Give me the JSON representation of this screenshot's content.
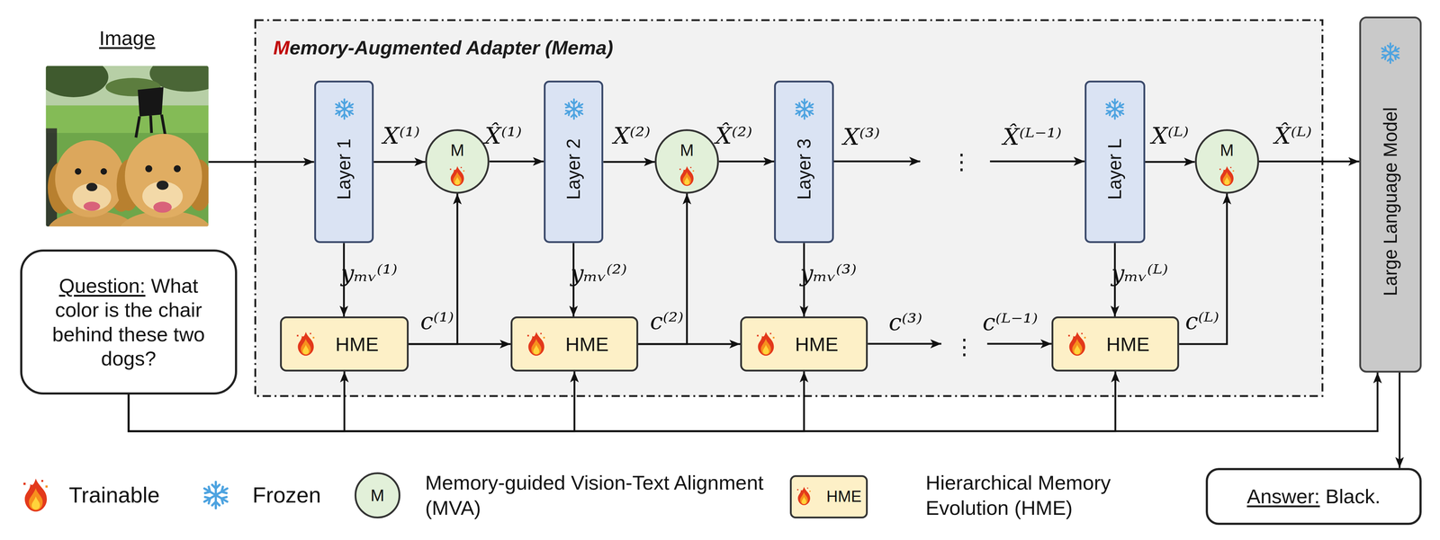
{
  "diagram": {
    "nodes": [
      {
        "text": [
          "Image"
        ]
      },
      {
        "text": [
          "Memory-Augmented Adapter (Mema)"
        ]
      },
      {
        "text": [
          "Layer 1"
        ],
        "in": 1
      },
      {
        "text": [
          "M"
        ],
        "in": 1
      },
      {
        "text": [
          "Layer 2"
        ],
        "in": 1
      },
      {
        "text": [
          "M"
        ],
        "in": 1
      },
      {
        "text": [
          "Layer 3"
        ],
        "in": 1
      },
      {
        "text": [
          "Layer L"
        ],
        "in": 1
      },
      {
        "text": [
          "M"
        ],
        "in": 1
      },
      {
        "text": [
          "HME"
        ],
        "in": 1
      },
      {
        "text": [
          "HME"
        ],
        "in": 1
      },
      {
        "text": [
          "HME"
        ],
        "in": 1
      },
      {
        "text": [
          "HME"
        ],
        "in": 1
      },
      {
        "text": [
          "Question:",
          "What color is the chair behind these two dogs?"
        ]
      },
      {
        "text": [
          "Large Language Model"
        ]
      },
      {
        "text": [
          "Answer:",
          "Black."
        ]
      }
    ],
    "edges": [
      {
        "from": 0,
        "to": 2,
        "arrow": "to"
      },
      {
        "from": 2,
        "to": 3,
        "label": "X⁽¹⁾",
        "arrow": "to"
      },
      {
        "from": 3,
        "to": 4,
        "label": "X̂⁽¹⁾",
        "arrow": "to"
      },
      {
        "from": 4,
        "to": 5,
        "label": "X⁽²⁾",
        "arrow": "to"
      },
      {
        "from": 5,
        "to": 6,
        "label": "X̂⁽²⁾",
        "arrow": "to"
      },
      {
        "from": 7,
        "to": 8,
        "label": "X⁽ᴸ⁾",
        "arrow": "to"
      },
      {
        "from": 8,
        "to": 14,
        "label": "X̂⁽ᴸ⁾",
        "arrow": "to"
      },
      {
        "from": 2,
        "to": 9,
        "label": "yₘᵥ⁽¹⁾",
        "arrow": "to"
      },
      {
        "from": 4,
        "to": 10,
        "label": "yₘᵥ⁽²⁾",
        "arrow": "to"
      },
      {
        "from": 6,
        "to": 11,
        "label": "yₘᵥ⁽³⁾",
        "arrow": "to"
      },
      {
        "from": 7,
        "to": 12,
        "label": "yₘᵥ⁽ᴸ⁾",
        "arrow": "to"
      },
      {
        "from": 9,
        "to": 3,
        "arrow": "to"
      },
      {
        "from": 9,
        "to": 10,
        "label": "c⁽¹⁾",
        "arrow": "to"
      },
      {
        "from": 10,
        "to": 5,
        "arrow": "to"
      },
      {
        "from": 10,
        "to": 11,
        "label": "c⁽²⁾",
        "arrow": "to"
      },
      {
        "from": 12,
        "to": 8,
        "label": "c⁽ᴸ⁾",
        "arrow": "to"
      },
      {
        "from": 13,
        "to": 9,
        "arrow": "to"
      },
      {
        "from": 13,
        "to": 10,
        "arrow": "to"
      },
      {
        "from": 13,
        "to": 11,
        "arrow": "to"
      },
      {
        "from": 13,
        "to": 12,
        "arrow": "to"
      },
      {
        "from": 13,
        "to": 14,
        "arrow": "to"
      },
      {
        "from": 14,
        "to": 15,
        "arrow": "to"
      }
    ],
    "labels": [
      "⋮",
      "⋮",
      "X⁽³⁾",
      "X̂⁽ᴸ⁻¹⁾",
      "c⁽³⁾",
      "c⁽ᴸ⁻¹⁾",
      "M",
      "HME"
    ],
    "legend": [
      {
        "text": "Trainable"
      },
      {
        "text": "Frozen"
      },
      {
        "text": "Memory-guided Vision-Text Alignment (MVA)",
        "color": "#e2f0d9"
      },
      {
        "text": "Hierarchical Memory Evolution (HME)",
        "color": "#fdf0c7"
      }
    ]
  }
}
